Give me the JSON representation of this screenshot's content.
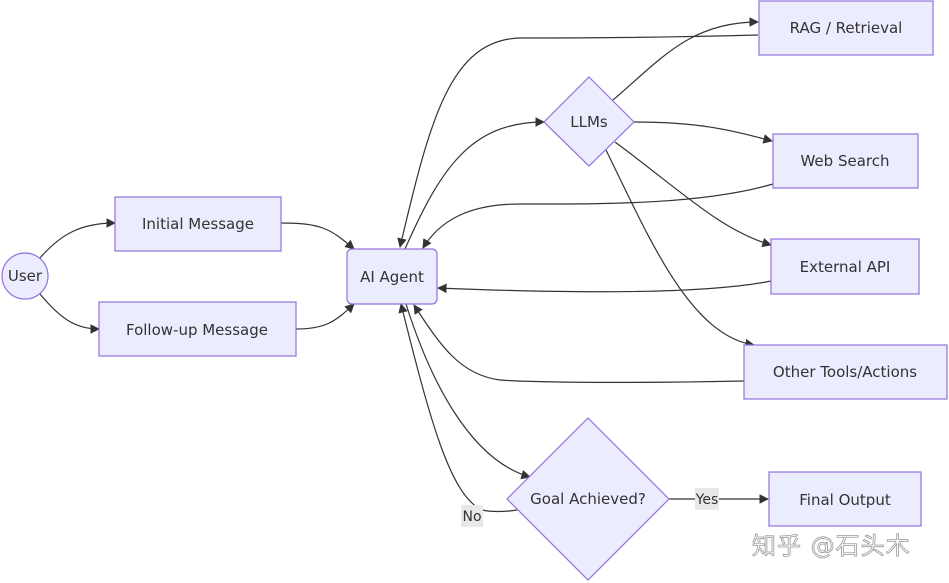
{
  "diagram": {
    "type": "flowchart",
    "colors": {
      "node_fill": "#ECECFF",
      "node_stroke": "#9370DB",
      "edge": "#333333",
      "text": "#333333",
      "edge_label_bg": "#e8e8e8"
    },
    "nodes": {
      "user": {
        "label": "User",
        "shape": "circle"
      },
      "initial_message": {
        "label": "Initial Message",
        "shape": "rect"
      },
      "followup_message": {
        "label": "Follow-up Message",
        "shape": "rect"
      },
      "ai_agent": {
        "label": "AI Agent",
        "shape": "rounded-rect"
      },
      "llms": {
        "label": "LLMs",
        "shape": "diamond"
      },
      "rag": {
        "label": "RAG / Retrieval",
        "shape": "rect"
      },
      "web_search": {
        "label": "Web Search",
        "shape": "rect"
      },
      "external_api": {
        "label": "External API",
        "shape": "rect"
      },
      "other_tools": {
        "label": "Other Tools/Actions",
        "shape": "rect"
      },
      "goal": {
        "label": "Goal Achieved?",
        "shape": "diamond"
      },
      "final_output": {
        "label": "Final Output",
        "shape": "rect"
      }
    },
    "edges": [
      {
        "from": "user",
        "to": "initial_message",
        "label": ""
      },
      {
        "from": "user",
        "to": "followup_message",
        "label": ""
      },
      {
        "from": "initial_message",
        "to": "ai_agent",
        "label": ""
      },
      {
        "from": "followup_message",
        "to": "ai_agent",
        "label": ""
      },
      {
        "from": "ai_agent",
        "to": "llms",
        "label": ""
      },
      {
        "from": "llms",
        "to": "rag",
        "label": ""
      },
      {
        "from": "llms",
        "to": "web_search",
        "label": ""
      },
      {
        "from": "llms",
        "to": "external_api",
        "label": ""
      },
      {
        "from": "llms",
        "to": "other_tools",
        "label": ""
      },
      {
        "from": "rag",
        "to": "ai_agent",
        "label": ""
      },
      {
        "from": "web_search",
        "to": "ai_agent",
        "label": ""
      },
      {
        "from": "external_api",
        "to": "ai_agent",
        "label": ""
      },
      {
        "from": "other_tools",
        "to": "ai_agent",
        "label": ""
      },
      {
        "from": "ai_agent",
        "to": "goal",
        "label": ""
      },
      {
        "from": "goal",
        "to": "final_output",
        "label": "Yes"
      },
      {
        "from": "goal",
        "to": "ai_agent",
        "label": "No"
      }
    ],
    "edge_labels": {
      "yes": "Yes",
      "no": "No"
    }
  },
  "watermark": "知乎 @石头木"
}
